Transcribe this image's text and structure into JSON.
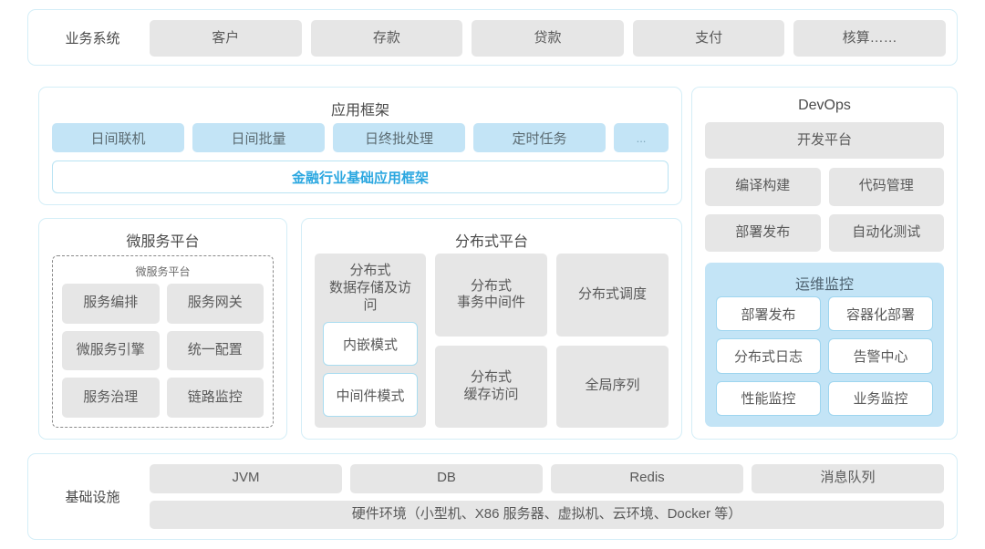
{
  "business": {
    "label": "业务系统",
    "items": [
      "客户",
      "存款",
      "贷款",
      "支付",
      "核算……"
    ]
  },
  "app_framework": {
    "title": "应用框架",
    "chips": [
      "日间联机",
      "日间批量",
      "日终批处理",
      "定时任务",
      "..."
    ],
    "accent": "金融行业基础应用框架",
    "accent_color": "#2ba7e0"
  },
  "microservice": {
    "title": "微服务平台",
    "subtitle": "微服务平台",
    "items": [
      "服务编排",
      "服务网关",
      "微服务引擎",
      "统一配置",
      "服务治理",
      "链路监控"
    ]
  },
  "distributed": {
    "title": "分布式平台",
    "col1_title": "分布式\n数据存储及访问",
    "col1_modes": [
      "内嵌模式",
      "中间件模式"
    ],
    "items": [
      "分布式\n事务中间件",
      "分布式调度",
      "分布式\n缓存访问",
      "全局序列"
    ]
  },
  "devops": {
    "title": "DevOps",
    "platform": "开发平台",
    "items": [
      "编译构建",
      "代码管理",
      "部署发布",
      "自动化测试"
    ],
    "ops": {
      "title": "运维监控",
      "panel_color": "#c3e4f6",
      "items": [
        "部署发布",
        "容器化部署",
        "分布式日志",
        "告警中心",
        "性能监控",
        "业务监控"
      ]
    }
  },
  "infrastructure": {
    "label": "基础设施",
    "top_items": [
      "JVM",
      "DB",
      "Redis",
      "消息队列"
    ],
    "bottom_item": "硬件环境（小型机、X86 服务器、虚拟机、云环境、Docker 等）"
  },
  "theme": {
    "card_border": "#d4eef7",
    "chip_gray": "#e6e6e6",
    "chip_blue": "#c3e4f6",
    "text": "#4a4a4a"
  }
}
